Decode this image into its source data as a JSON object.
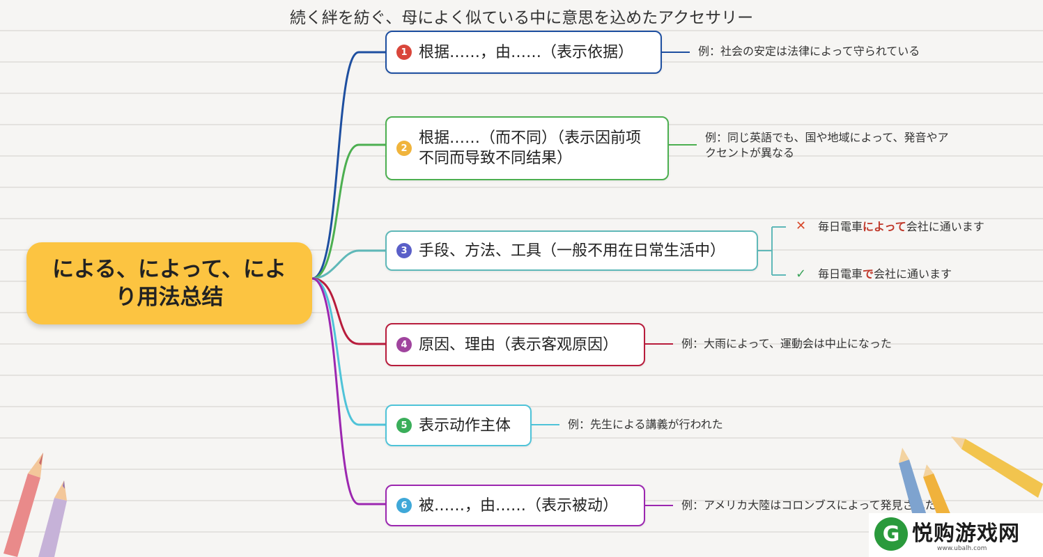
{
  "caption": "続く絆を紡ぐ、母によく似ている中に意思を込めたアクセサリー",
  "root": {
    "title": "による、によって、により用法总结"
  },
  "branches": [
    {
      "num": "1",
      "label": "根据……，由……（表示依据）",
      "color": "#1e4fa0",
      "badge_color": "#d9463b",
      "example": "例：社会の安定は法律によって守られている"
    },
    {
      "num": "2",
      "label": "根据……（而不同）（表示因前项不同而导致不同结果）",
      "color": "#4caf50",
      "badge_color": "#f0b43c",
      "example": "例：同じ英語でも、国や地域によって、発音やアクセントが異なる"
    },
    {
      "num": "3",
      "label": "手段、方法、工具（一般不用在日常生活中）",
      "color": "#5fb8b8",
      "badge_color": "#5a5fc8",
      "wrong": {
        "mark": "✕",
        "before": "毎日電車",
        "emph": "によって",
        "after": "会社に通います"
      },
      "right": {
        "mark": "✓",
        "before": "毎日電車",
        "emph": "で",
        "after": "会社に通います"
      }
    },
    {
      "num": "4",
      "label": "原因、理由（表示客观原因）",
      "color": "#b81c3c",
      "badge_color": "#a0449e",
      "example": "例：大雨によって、運動会は中止になった"
    },
    {
      "num": "5",
      "label": "表示动作主体",
      "color": "#4fc3d8",
      "badge_color": "#3aae5a",
      "example": "例：先生による講義が行われた"
    },
    {
      "num": "6",
      "label": "被……，由……（表示被动）",
      "color": "#9c27b0",
      "badge_color": "#3fa8d8",
      "example": "例：アメリカ大陸はコロンブスによって発見された"
    }
  ],
  "logo": {
    "mark": "G",
    "text": "悦购游戏网",
    "url": "www.ubalh.com"
  }
}
